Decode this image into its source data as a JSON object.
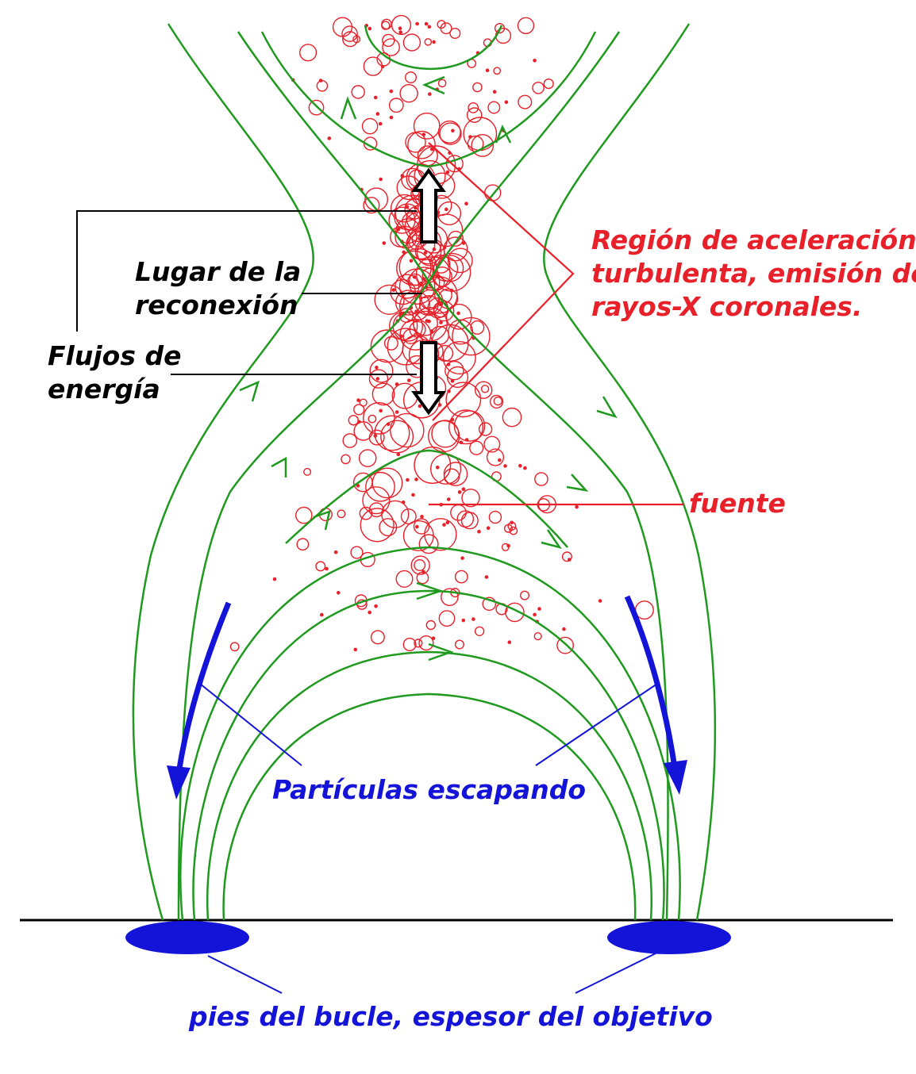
{
  "labels": {
    "acceleration_region": [
      "Región de aceleración",
      "turbulenta, emisión de",
      "rayos-X coronales."
    ],
    "reconnection_site": [
      "Lugar de la",
      "reconexión"
    ],
    "energy_flows": [
      "Flujos de",
      "energía"
    ],
    "source": "fuente",
    "escaping_particles": "Partículas escapando",
    "loop_footpoints": "pies del bucle, espesor del objetivo"
  },
  "colors": {
    "field_lines": "#1f9a1f",
    "plasma_blobs": "#e8202a",
    "particles": "#1414d8",
    "label_black": "#000000",
    "label_red": "#e8202a",
    "label_blue": "#1414d8"
  },
  "icons": [
    "double-arrow-up-icon",
    "double-arrow-down-icon",
    "particle-flow-arrow-icon"
  ]
}
